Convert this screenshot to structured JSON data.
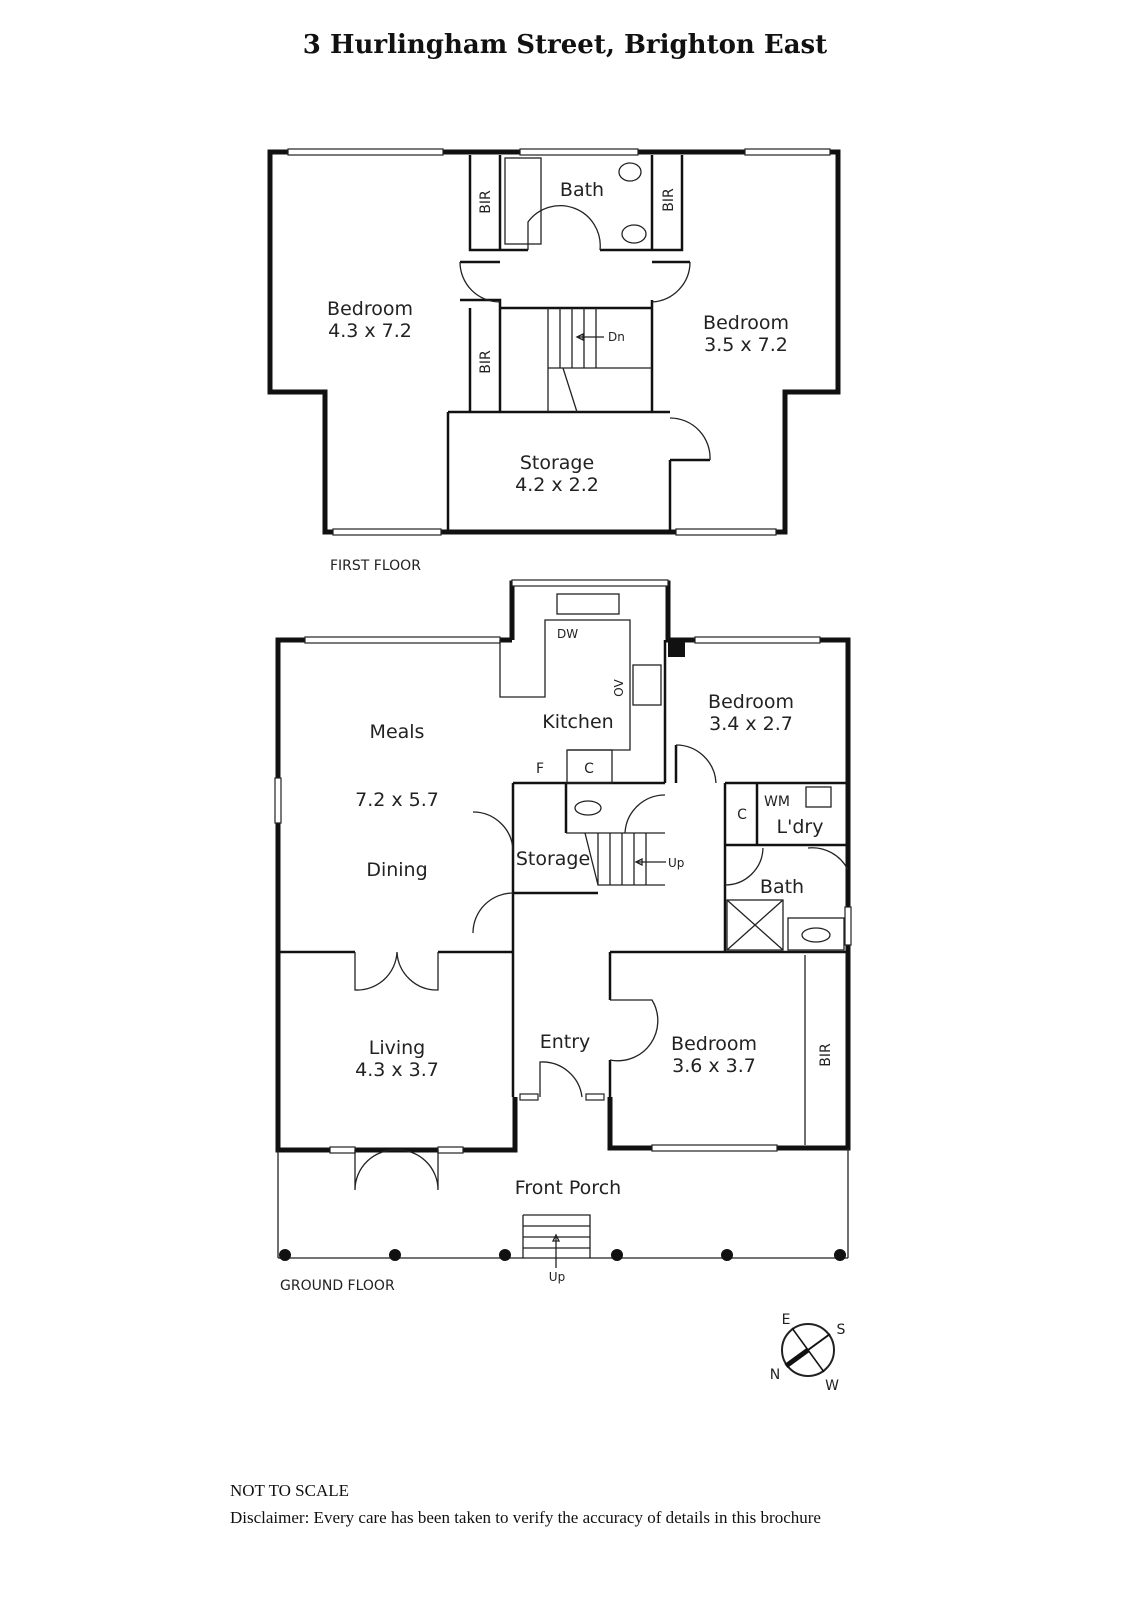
{
  "title": "3 Hurlingham Street, Brighton East",
  "first_floor": {
    "label": "FIRST FLOOR",
    "rooms": [
      {
        "name": "Bedroom",
        "size": "4.3 x 7.2"
      },
      {
        "name": "Bedroom",
        "size": "3.5 x 7.2"
      },
      {
        "name": "Storage",
        "size": "4.2 x 2.2"
      },
      {
        "name": "Bath"
      }
    ],
    "bir_labels": [
      "BIR",
      "BIR",
      "BIR"
    ],
    "stairs": "Dn"
  },
  "ground_floor": {
    "label": "GROUND FLOOR",
    "meals": "Meals",
    "meals_size": "7.2 x 5.7",
    "dining": "Dining",
    "kitchen": "Kitchen",
    "dw": "DW",
    "ov": "OV",
    "f": "F",
    "c1": "C",
    "c2": "C",
    "bedroom1": {
      "name": "Bedroom",
      "size": "3.4 x 2.7"
    },
    "wm": "WM",
    "laundry": "L'dry",
    "bath": "Bath",
    "storage": "Storage",
    "stairs_up": "Up",
    "living": {
      "name": "Living",
      "size": "4.3 x 3.7"
    },
    "entry": "Entry",
    "bedroom2": {
      "name": "Bedroom",
      "size": "3.6 x 3.7"
    },
    "bir": "BIR",
    "porch": "Front Porch",
    "porch_up": "Up"
  },
  "compass": {
    "n": "N",
    "e": "E",
    "s": "S",
    "w": "W"
  },
  "footer": {
    "not_to_scale": "NOT TO SCALE",
    "disclaimer": "Disclaimer: Every care has been taken to verify the accuracy of details in this brochure"
  }
}
